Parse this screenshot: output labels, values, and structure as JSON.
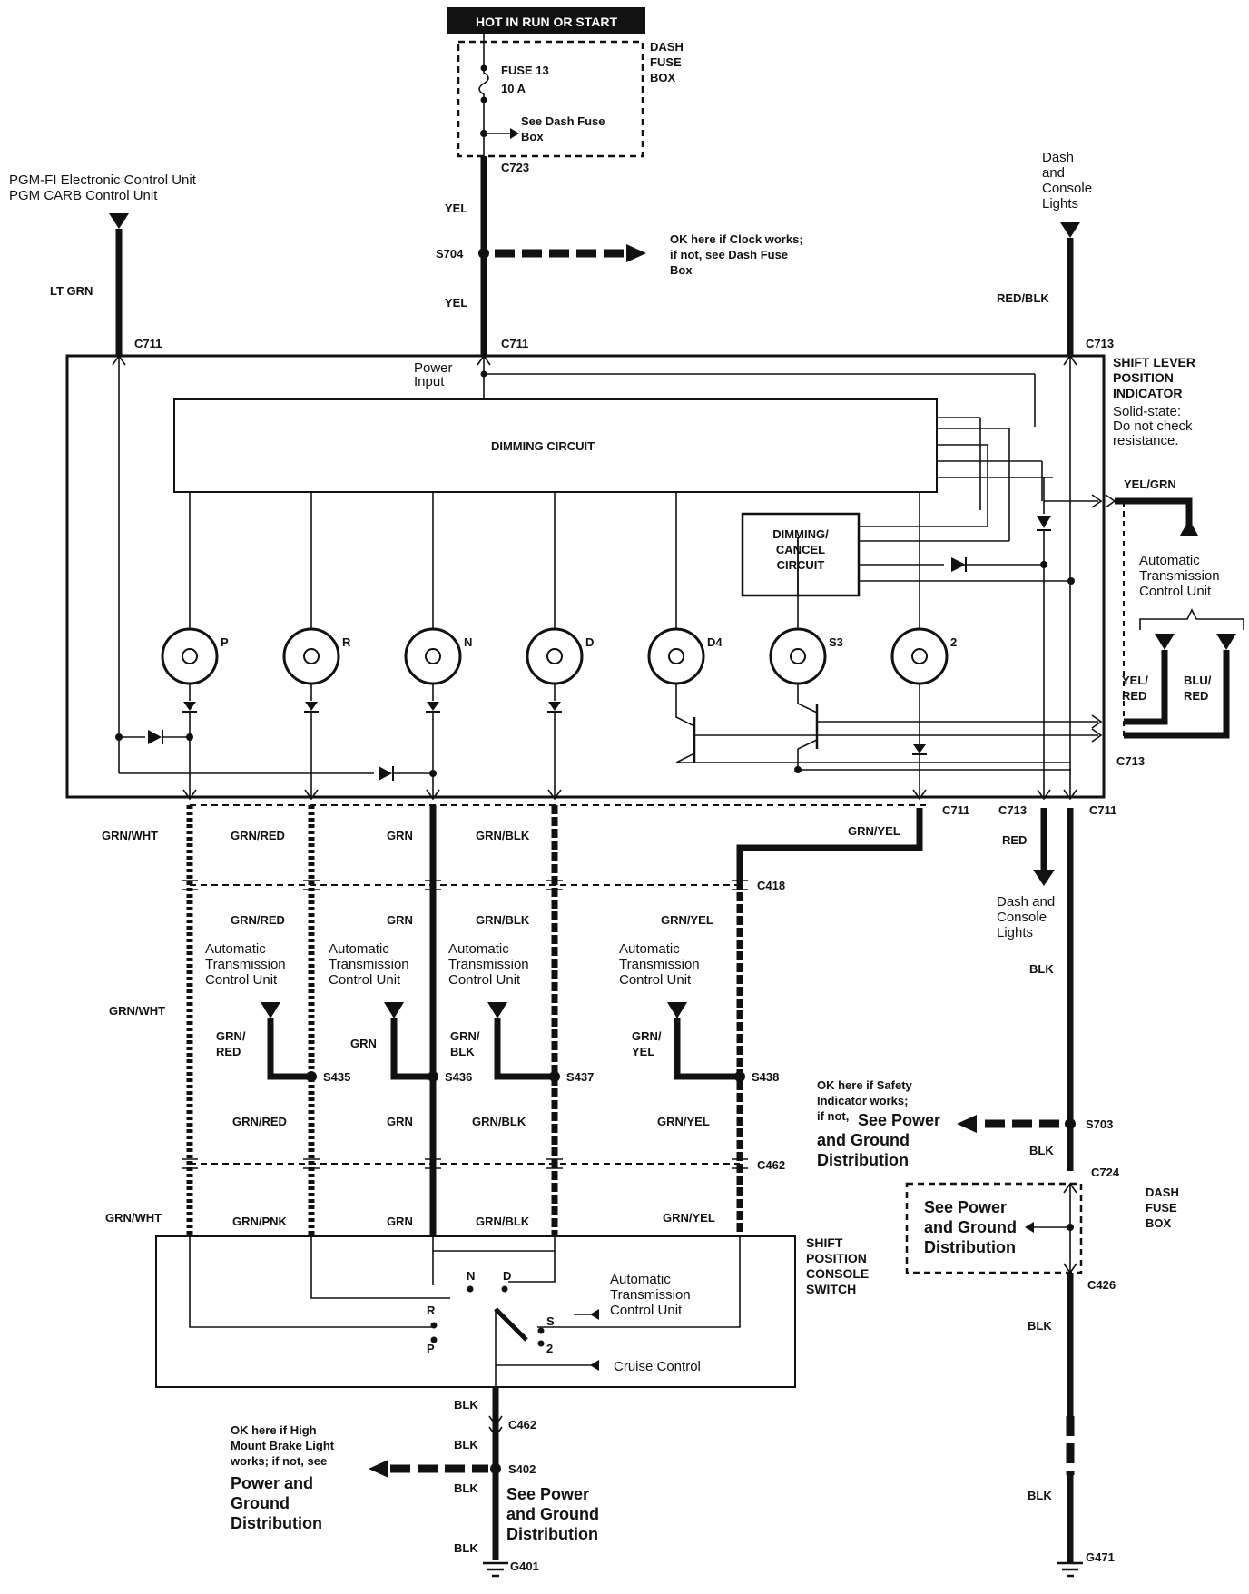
{
  "top_label": "HOT IN RUN OR START",
  "fuse": {
    "name": "FUSE 13",
    "rating": "10 A",
    "note": "See Dash Fuse Box",
    "box_label": "DASH FUSE BOX",
    "connector": "C723"
  },
  "wires": {
    "yel": "YEL",
    "lt_grn": "LT GRN",
    "red_blk": "RED/BLK",
    "grn_wht": "GRN/WHT",
    "grn_red": "GRN/RED",
    "grn": "GRN",
    "grn_blk": "GRN/BLK",
    "grn_yel": "GRN/YEL",
    "grn_pnk": "GRN/PNK",
    "blk": "BLK",
    "red": "RED",
    "yel_grn": "YEL/GRN",
    "yel_red": "YEL/ RED",
    "blu_red": "BLU/ RED",
    "grn_red_split": "GRN/ RED",
    "grn_blk_split": "GRN/ BLK",
    "grn_yel_split": "GRN/ YEL"
  },
  "splices": {
    "s704": "S704",
    "s435": "S435",
    "s436": "S436",
    "s437": "S437",
    "s438": "S438",
    "s703": "S703",
    "s402": "S402"
  },
  "connectors": {
    "c711": "C711",
    "c713": "C713",
    "c418": "C418",
    "c462": "C462",
    "c724": "C724",
    "c426": "C426",
    "g401": "G401",
    "g471": "G471"
  },
  "notes": {
    "clock": "OK here if Clock works; if not, see Dash Fuse Box",
    "pgm": "PGM-FI Electronic Control Unit PGM CARB Control Unit",
    "dash_lights": "Dash and Console Lights",
    "power_input": "Power Input",
    "safety": "OK here if Safety Indicator works; if not, See Power and Ground Distribution",
    "brake": "OK here if High Mount Brake Light works; if not, see Power and Ground Distribution",
    "see_pgd": "See Power and Ground Distribution",
    "atcu": "Automatic Transmission Control Unit",
    "cruise": "Cruise Control"
  },
  "shift_indicator": {
    "title": "SHIFT LEVER POSITION INDICATOR",
    "note": "Solid-state: Do not check resistance.",
    "dimming": "DIMMING CIRCUIT",
    "dimming_cancel": "DIMMING/ CANCEL CIRCUIT"
  },
  "lamps": [
    "P",
    "R",
    "N",
    "D",
    "D4",
    "S3",
    "2"
  ],
  "console_switch": {
    "title": "SHIFT POSITION CONSOLE SWITCH",
    "positions": [
      "N",
      "D",
      "R",
      "S",
      "P",
      "2"
    ]
  }
}
